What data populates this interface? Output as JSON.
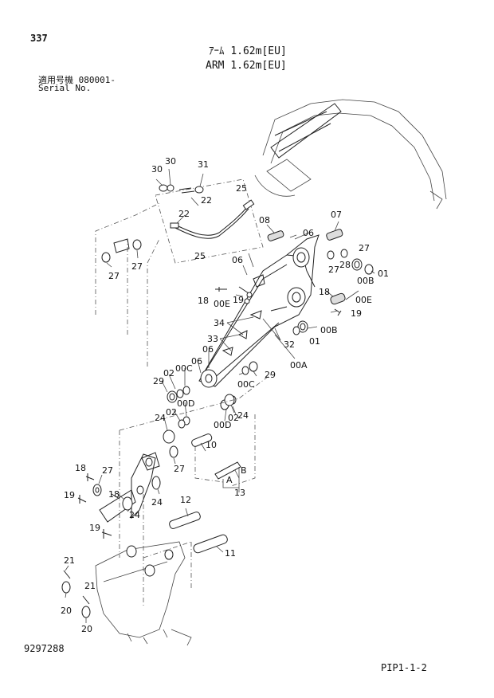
{
  "header": {
    "page_number": "337",
    "title_jp": "ｱｰﾑ 1.62m[EU]",
    "title_en": "ARM 1.62m[EU]",
    "serial_label_jp": "適用号機 080001-",
    "serial_label_en": "Serial No."
  },
  "footer": {
    "drawing_number": "9297288",
    "page_code": "PIP1-1-2"
  },
  "labels": {
    "l30": "30",
    "l31": "31",
    "l22a": "22",
    "l22b": "22",
    "l25a": "25",
    "l25b": "25",
    "l27a": "27",
    "l27b": "27",
    "l08": "08",
    "l06a": "06",
    "l07": "07",
    "l27c": "27",
    "l27d": "27",
    "l28": "28",
    "l00Ba": "00B",
    "l01a": "01",
    "l06b": "06",
    "l18a": "18",
    "l00Ea": "00E",
    "l19a": "19",
    "l18b": "18",
    "l00Eb": "00E",
    "l19b": "19",
    "l34": "34",
    "l00Bb": "00B",
    "l33": "33",
    "l01b": "01",
    "l32": "32",
    "l06c": "06",
    "l06d": "06",
    "l00A": "00A",
    "l29a": "29",
    "l02a": "02",
    "l00Ca": "00C",
    "l29b": "29",
    "l00Cb": "00C",
    "l00Da": "00D",
    "l02b": "02",
    "l24a": "24",
    "l24b": "24",
    "l00Db": "00D",
    "l10": "10",
    "l18c": "18",
    "l27e": "27",
    "l27f": "27",
    "lB": "B",
    "lA": "A",
    "l13": "13",
    "l19c": "19",
    "l18d": "18",
    "l24c": "24",
    "l24d": "24",
    "l12": "12",
    "l19d": "19",
    "l11": "11",
    "l21a": "21",
    "l21b": "21",
    "l20a": "20",
    "l20b": "20"
  }
}
